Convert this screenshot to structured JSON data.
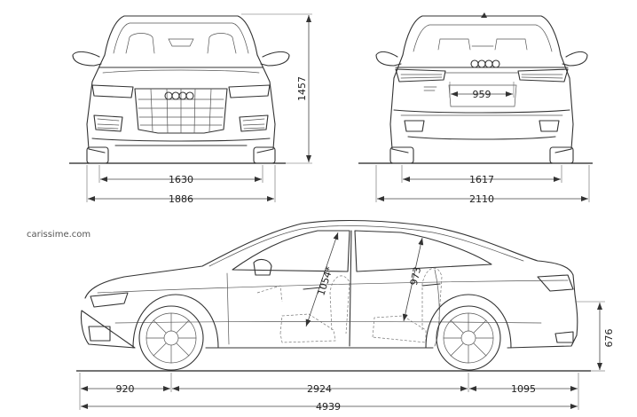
{
  "watermark": "carissime.com",
  "front_view": {
    "height": "1457",
    "track": "1630",
    "width_mirrors": "1886"
  },
  "rear_view": {
    "trunk_opening": "959",
    "track": "1617",
    "width_mirrors": "2110"
  },
  "side_view": {
    "front_headroom": "1054*",
    "rear_headroom": "973",
    "ground_height": "676",
    "front_overhang": "920",
    "wheelbase": "2924",
    "rear_overhang": "1095",
    "total_length": "4939"
  },
  "colors": {
    "line": "#333333",
    "background": "#ffffff"
  }
}
